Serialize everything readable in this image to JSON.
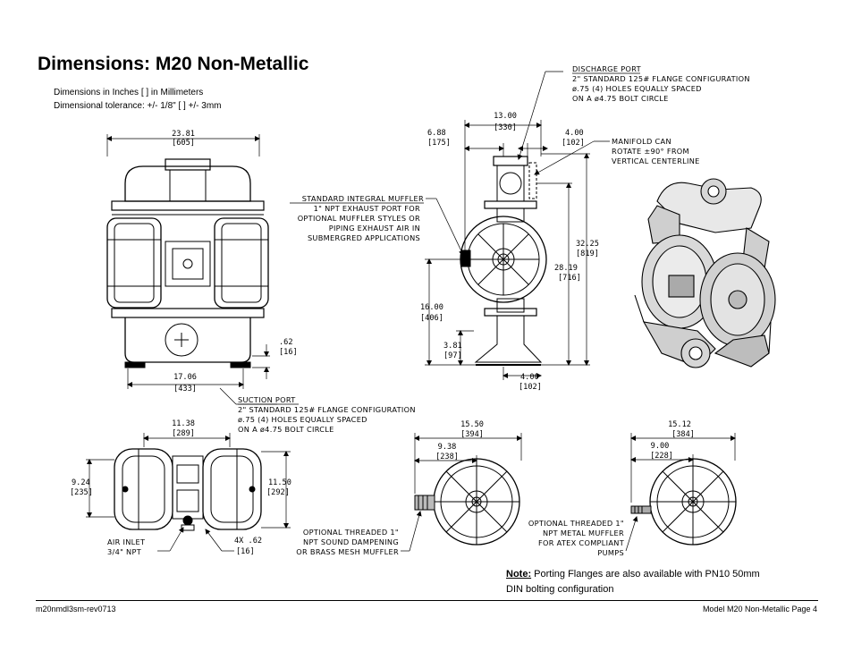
{
  "page": {
    "title": "Dimensions: M20 Non-Metallic",
    "units_note": "Dimensions in Inches [     ] in Millimeters",
    "tolerance_note": "Dimensional tolerance: +/- 1/8\" [     ] +/- 3mm"
  },
  "front_view": {
    "overall_width": "23.81",
    "overall_width_mm": "[605]",
    "base_width": "17.06",
    "base_width_mm": "[433]",
    "foot_height": ".62",
    "foot_height_mm": "[16]"
  },
  "side_view": {
    "top_width": "13.00",
    "top_width_mm": "[330]",
    "left_offset": "6.88",
    "left_offset_mm": "[175]",
    "right_offset": "4.00",
    "right_offset_mm": "[102]",
    "overall_height": "32.25",
    "overall_height_mm": "[819]",
    "discharge_height": "28.19",
    "discharge_height_mm": "[716]",
    "center_height": "16.00",
    "center_height_mm": "[406]",
    "suction_height": "3.81",
    "suction_height_mm": "[97]",
    "base_depth": "4.00",
    "base_depth_mm": "[102]"
  },
  "callouts": {
    "discharge_port": [
      "DISCHARGE PORT",
      "2\" STANDARD 125# FLANGE CONFIGURATION",
      "ø.75 (4) HOLES EQUALLY SPACED",
      "ON A ø4.75 BOLT CIRCLE"
    ],
    "manifold": [
      "MANIFOLD CAN",
      "ROTATE ±90° FROM",
      "VERTICAL CENTERLINE"
    ],
    "muffler": [
      "STANDARD INTEGRAL MUFFLER",
      "1\" NPT EXHAUST PORT FOR",
      "OPTIONAL MUFFLER STYLES OR",
      "PIPING EXHAUST AIR IN",
      "SUBMERGRED APPLICATIONS"
    ],
    "suction_port": [
      "SUCTION PORT",
      "2\" STANDARD 125# FLANGE CONFIGURATION",
      "ø.75 (4) HOLES EQUALLY SPACED",
      "ON A ø4.75 BOLT CIRCLE"
    ],
    "air_inlet": [
      "AIR INLET",
      "3/4\" NPT"
    ],
    "sound_muffler": [
      "OPTIONAL THREADED 1\"",
      "NPT SOUND DAMPENING",
      "OR BRASS MESH MUFFLER"
    ],
    "metal_muffler": [
      "OPTIONAL THREADED 1\"",
      "NPT METAL MUFFLER",
      "FOR ATEX COMPLIANT",
      "PUMPS"
    ]
  },
  "top_view": {
    "half_width": "11.38",
    "half_width_mm": "[289]",
    "left_depth": "9.24",
    "left_depth_mm": "[235]",
    "right_depth": "11.50",
    "right_depth_mm": "[292]",
    "holes": "4X .62",
    "holes_mm": "[16]"
  },
  "muffler_view_1": {
    "overall": "15.50",
    "overall_mm": "[394]",
    "partial": "9.38",
    "partial_mm": "[238]"
  },
  "muffler_view_2": {
    "overall": "15.12",
    "overall_mm": "[384]",
    "partial": "9.00",
    "partial_mm": "[228]"
  },
  "note": {
    "label": "Note:",
    "text": " Porting Flanges are also available with PN10 50mm DIN bolting configuration"
  },
  "footer": {
    "doc_id": "m20nmdl3sm-rev0713",
    "page_label": "Model M20 Non-Metallic Page 4"
  }
}
